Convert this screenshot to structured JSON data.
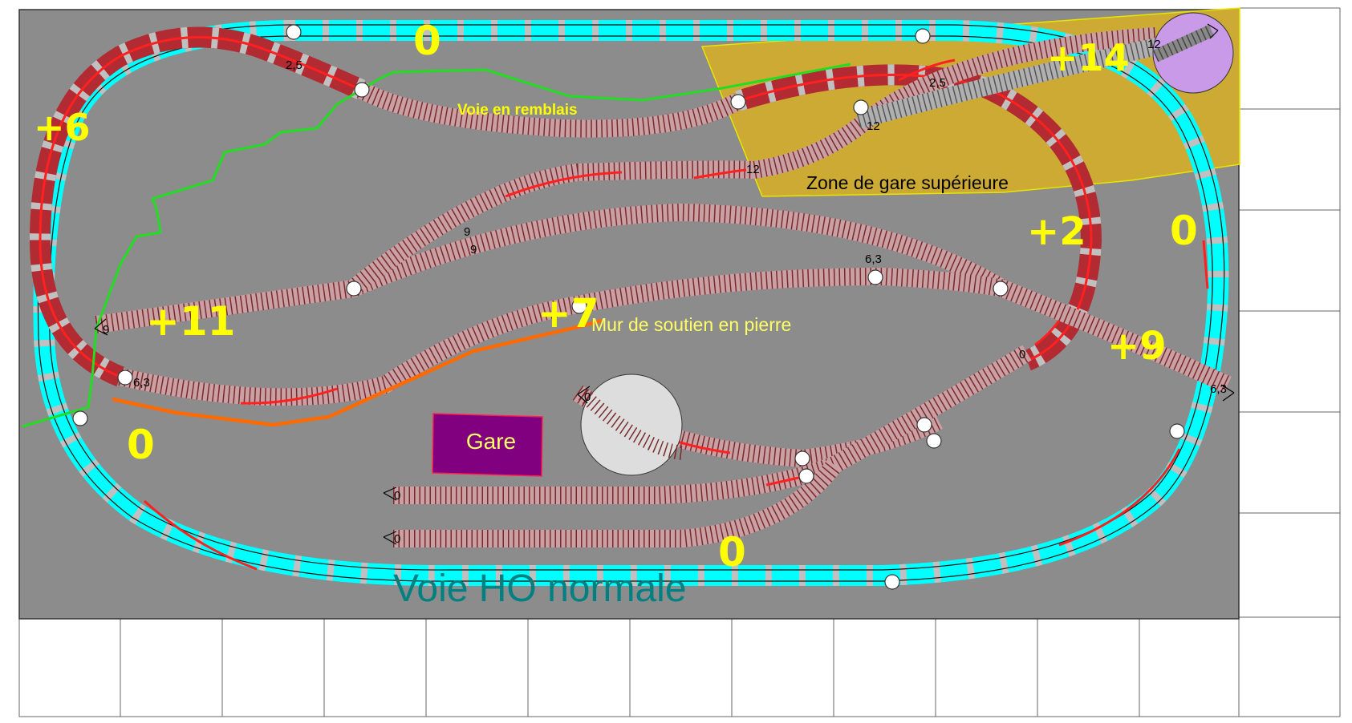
{
  "labels": {
    "station_building": "Gare",
    "embankment": "Voie en remblais",
    "upper_station_zone": "Zone de gare supérieure",
    "stone_wall": "Mur de soutien en pierre",
    "normal_track": "Voie HO normale"
  },
  "elevations": {
    "top_left_loop": "+6",
    "top_straight": "0",
    "upper_station": "+14",
    "right_inner": "+2",
    "right_outer": "0",
    "middle_left": "+11",
    "middle_center": "+7",
    "right_lower": "+9",
    "bottom_left": "0",
    "bottom_center": "0"
  },
  "gradients": {
    "g1": "2,5",
    "g2": "2,5",
    "g3": "12",
    "g4": "12",
    "g5": "12",
    "g6": "9",
    "g7": "9",
    "g8": "9",
    "g9": "6,3",
    "g10": "6,3",
    "g11": "6,3",
    "g12": "0",
    "g13": "0",
    "g14": "0",
    "g15": "0"
  },
  "colors": {
    "background": "#8c8c8c",
    "normal_track": "#00ffff",
    "raised_track": "#b22a32",
    "track_ties": "#c9a0a4",
    "upper_zone": "#ccaa33",
    "turntable": "#c89ae8",
    "wall": "#ff6a00",
    "embankment_line": "#22dd22",
    "station": "#800080",
    "elevation_text": "#ffff00",
    "normal_track_text": "#008080"
  }
}
